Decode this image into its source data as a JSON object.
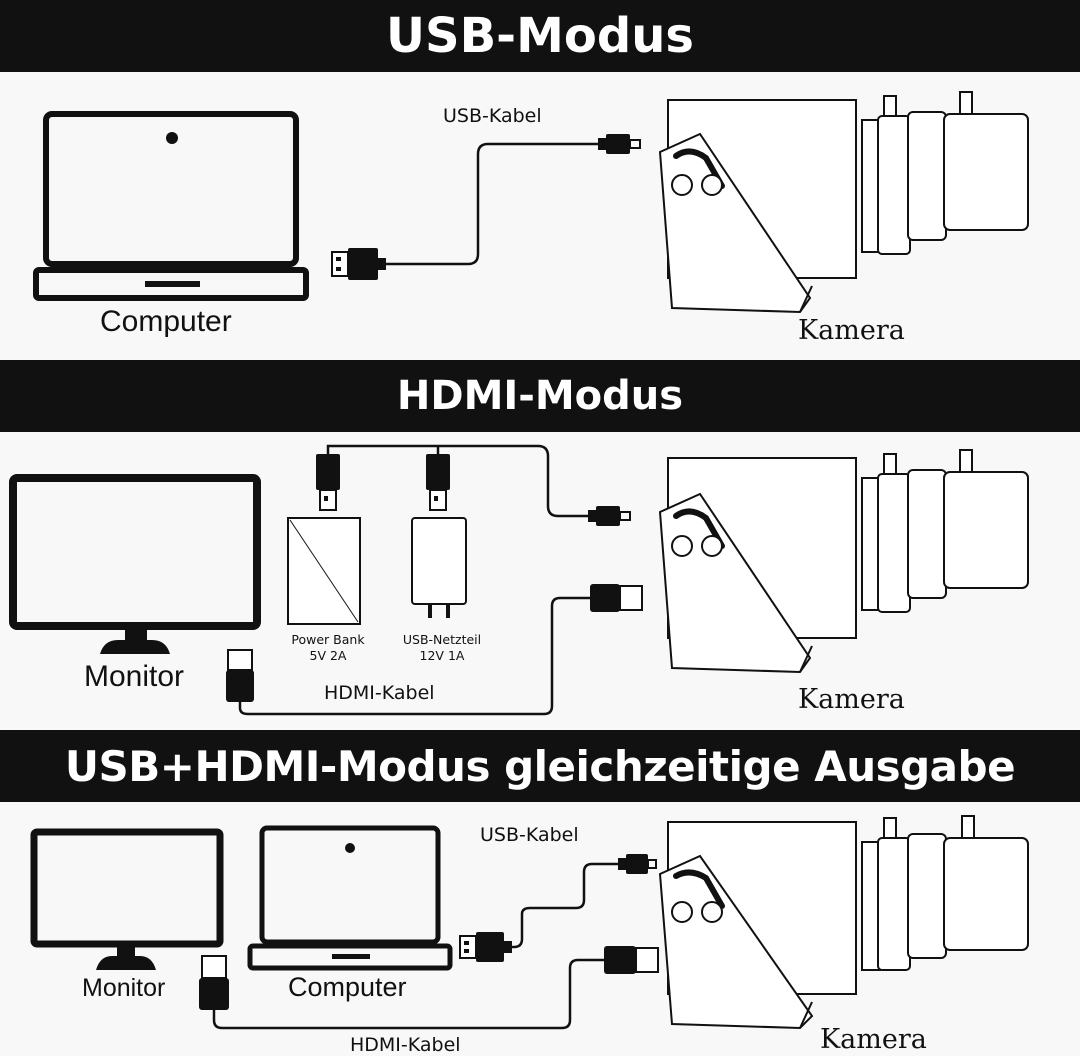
{
  "banners": {
    "usb": "USB-Modus",
    "hdmi": "HDMI-Modus",
    "both": "USB+HDMI-Modus gleichzeitige Ausgabe"
  },
  "usb_mode": {
    "cable_label": "USB-Kabel",
    "computer_label": "Computer",
    "camera_label": "Kamera"
  },
  "hdmi_mode": {
    "monitor_label": "Monitor",
    "power_bank_name": "Power Bank",
    "power_bank_spec": "5V 2A",
    "adapter_name": "USB-Netzteil",
    "adapter_spec": "12V 1A",
    "hdmi_cable_label": "HDMI-Kabel",
    "camera_label": "Kamera"
  },
  "both_mode": {
    "usb_cable_label": "USB-Kabel",
    "monitor_label": "Monitor",
    "computer_label": "Computer",
    "hdmi_cable_label": "HDMI-Kabel",
    "camera_label": "Kamera"
  },
  "colors": {
    "banner_bg": "#111111",
    "banner_text": "#ffffff",
    "line": "#111111",
    "background": "#f7f7f7"
  }
}
